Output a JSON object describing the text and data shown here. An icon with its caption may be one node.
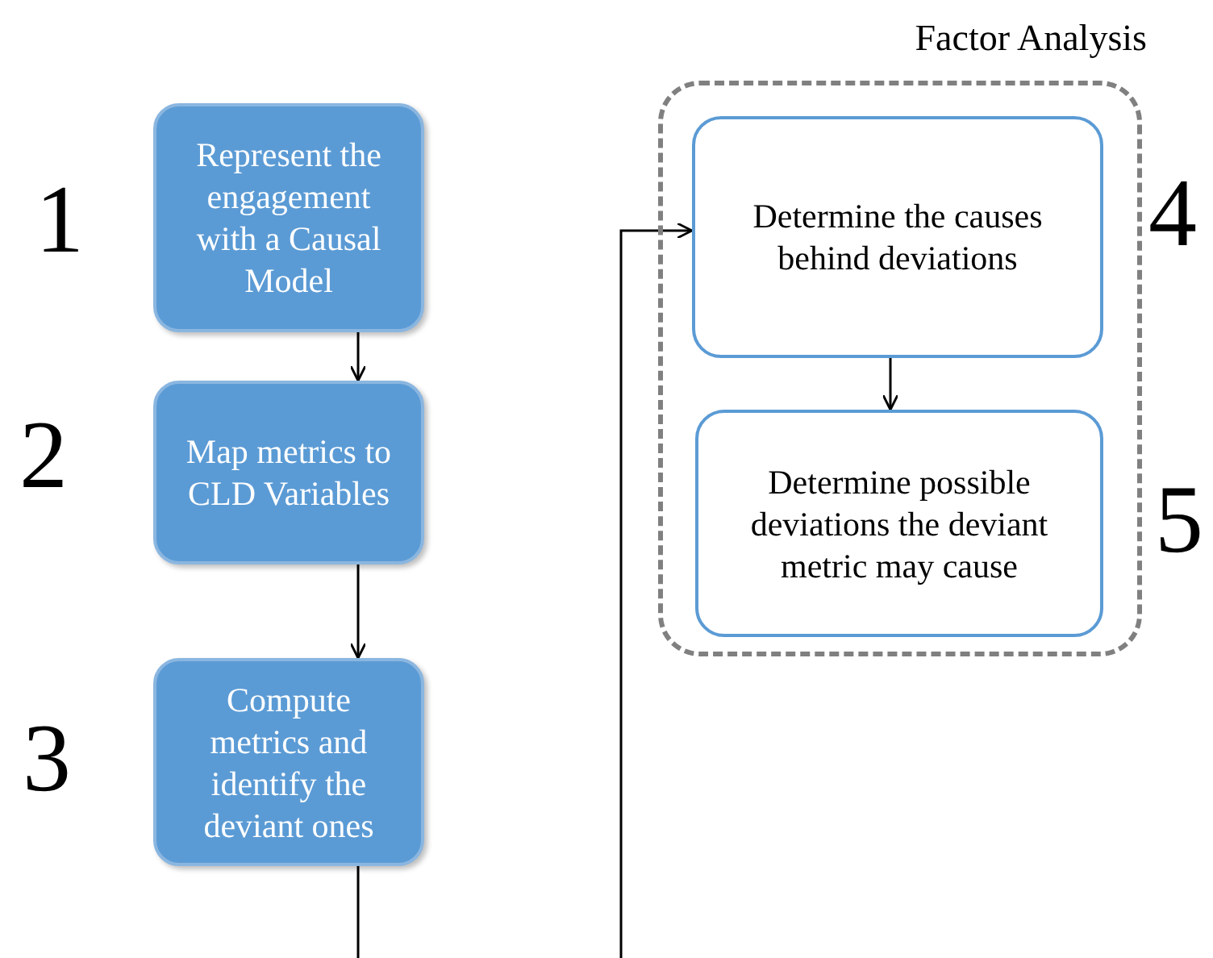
{
  "diagram": {
    "nodes": [
      {
        "text": [
          "Represent the engagement with a Causal Model"
        ],
        "beside": [
          "1"
        ]
      },
      {
        "text": [
          "Map metrics to CLD Variables"
        ],
        "beside": [
          "2"
        ]
      },
      {
        "text": [
          "Compute metrics and identify the deviant ones"
        ],
        "beside": [
          "3"
        ]
      },
      {
        "text": [
          "Factor Analysis"
        ]
      },
      {
        "text": [
          "Determine the causes behind deviations"
        ],
        "in": 3,
        "beside": [
          "4"
        ]
      },
      {
        "text": [
          "Determine possible deviations the deviant metric may cause"
        ],
        "in": 3,
        "beside": [
          "5"
        ]
      }
    ],
    "edges": [
      {
        "from": 0,
        "to": 1,
        "arrow": "to"
      },
      {
        "from": 1,
        "to": 2,
        "arrow": "to"
      },
      {
        "from": 4,
        "to": 5,
        "arrow": "to"
      },
      {
        "from": 2,
        "to": null,
        "arrow": "none"
      },
      {
        "from": null,
        "to": 4,
        "arrow": "to"
      }
    ]
  }
}
